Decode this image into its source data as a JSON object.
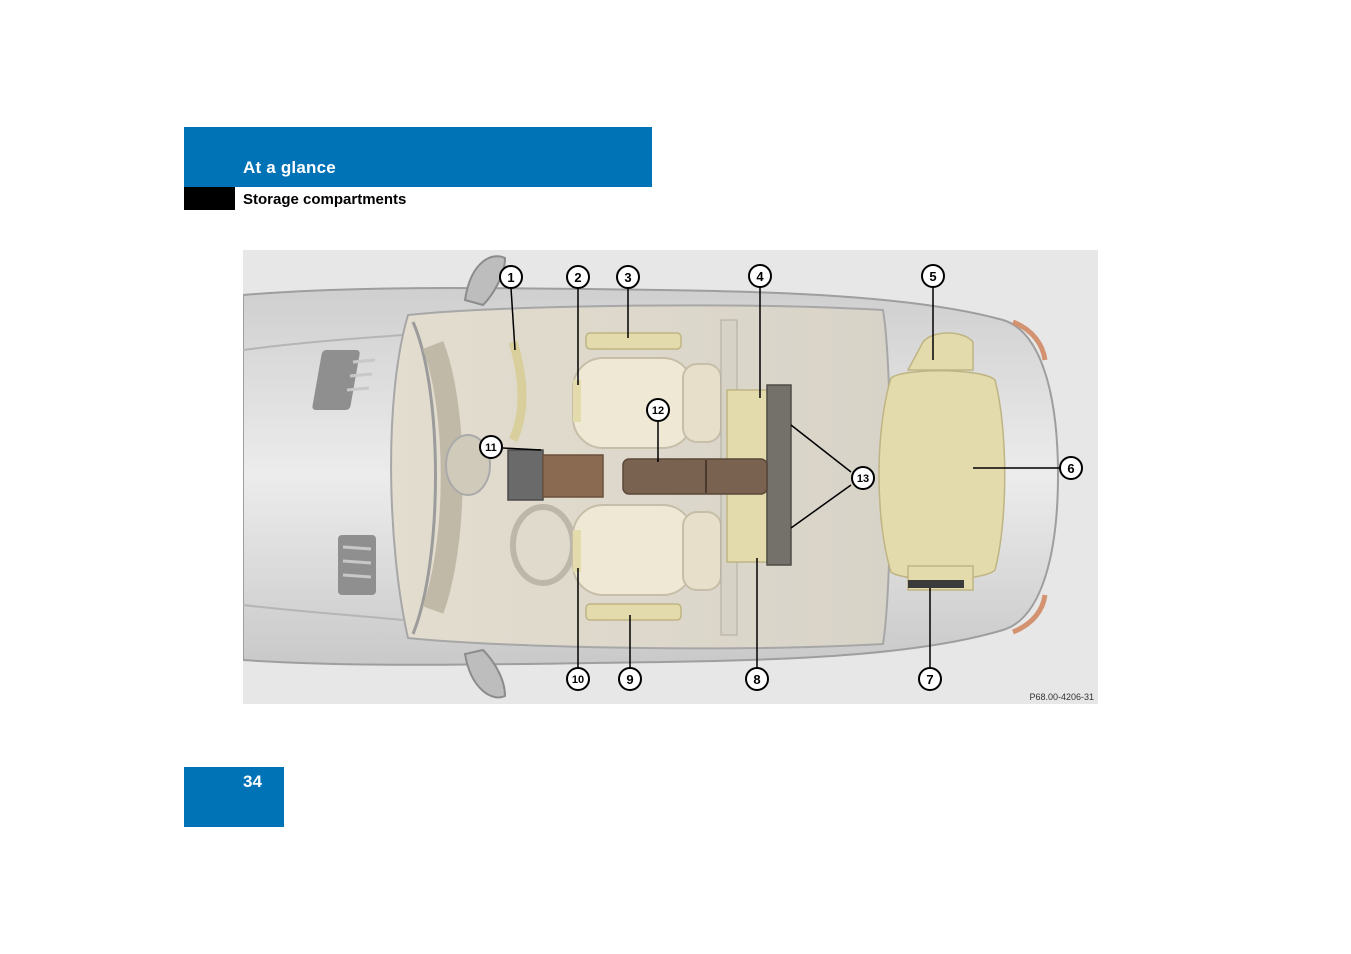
{
  "header": {
    "chapter": "At a glance",
    "section": "Storage compartments"
  },
  "figure": {
    "code": "P68.00-4206-31",
    "callouts": [
      "1",
      "2",
      "3",
      "4",
      "5",
      "6",
      "7",
      "8",
      "9",
      "10",
      "11",
      "12",
      "13"
    ]
  },
  "footer": {
    "page_number": "34"
  },
  "colors": {
    "header_blue": "#0073b7",
    "storage_beige": "#e4dbad",
    "console_brown": "#7a6250"
  }
}
